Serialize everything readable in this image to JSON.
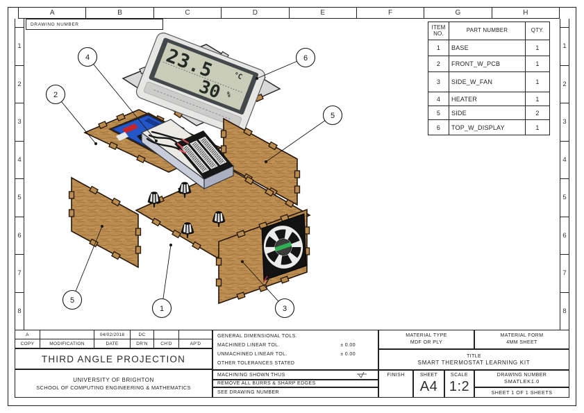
{
  "sheet": {
    "grid_letters": [
      "A",
      "B",
      "C",
      "D",
      "E",
      "F",
      "G",
      "H"
    ],
    "grid_numbers_left": [
      "1",
      "2",
      "3",
      "4",
      "5",
      "6",
      "7",
      "8"
    ],
    "grid_numbers_right": [
      "1",
      "2",
      "3",
      "4",
      "5",
      "6",
      "7",
      "8"
    ],
    "drawing_number_ref_label": "DRAWING NUMBER"
  },
  "parts_table": {
    "headers": {
      "item": "ITEM NO.",
      "part": "PART NUMBER",
      "qty": "QTY."
    },
    "rows": [
      {
        "item": "1",
        "part": "BASE",
        "qty": "1"
      },
      {
        "item": "2",
        "part": "FRONT_W_PCB",
        "qty": "1"
      },
      {
        "item": "3",
        "part": "SIDE_W_FAN",
        "qty": "1"
      },
      {
        "item": "4",
        "part": "HEATER",
        "qty": "1"
      },
      {
        "item": "5",
        "part": "SIDE",
        "qty": "2"
      },
      {
        "item": "6",
        "part": "TOP_W_DISPLAY",
        "qty": "1"
      }
    ]
  },
  "exploded_view": {
    "lcd": {
      "temperature": "23.5",
      "temperature_unit": "°C",
      "humidity": "30",
      "humidity_unit": "%"
    },
    "balloons": {
      "base": "1",
      "front_w_pcb": "2",
      "side_w_fan": "3",
      "heater": "4",
      "side_left": "5",
      "side_right": "5",
      "top_w_display": "6"
    }
  },
  "title_block": {
    "revision": {
      "values": [
        "A",
        "",
        "04/02/2018",
        "DC",
        "",
        ""
      ],
      "headers": [
        "COPY",
        "MODIFICATION",
        "DATE",
        "DR'N",
        "CH'D",
        "AP'D"
      ]
    },
    "projection": "THIRD ANGLE PROJECTION",
    "org_line1": "UNIVERSITY OF BRIGHTON",
    "org_line2": "SCHOOL OF COMPUTING ENGINEERING & MATHEMATICS",
    "tolerances": {
      "heading": "GENERAL DIMENSIONAL TOLS.",
      "machined_label": "MACHINED LINEAR TOL.",
      "machined_value": "± 0.00",
      "unmachined_label": "UNMACHINED LINEAR TOL.",
      "unmachined_value": "± 0.00",
      "other": "OTHER TOLERANCES STATED",
      "machining": "MACHINING SHOWN THUS",
      "burrs": "REMOVE ALL BURRS & SHARP EDGES",
      "see_drawing": "SEE DRAWING NUMBER"
    },
    "material_type_label": "MATERIAL TYPE",
    "material_type": "MDF OR PLY",
    "material_form_label": "MATERIAL FORM",
    "material_form": "4MM SHEET",
    "title_label": "TITLE",
    "title": "SMART THERMOSTAT LEARNING KIT",
    "finish_label": "FINISH",
    "sheet_label": "SHEET",
    "sheet_size": "A4",
    "scale_label": "SCALE",
    "scale_value": "1:2",
    "drawing_number_label": "DRAWING NUMBER",
    "drawing_number": "SMATLEK1.0",
    "sheet_of": "SHEET 1 OF 1 SHEETS"
  },
  "colors": {
    "wood": "#bb8c50",
    "outline": "#241708",
    "top_plate": "#d9d9d9",
    "lcd": "#c8ccb8",
    "pcb_blue": "#2356c8",
    "dip_red": "#c8252b",
    "fan_black": "#121212",
    "fan_label_green": "#2fae52",
    "heater_top": "#eceae4",
    "heater_side": "#c9cdda",
    "wire_red": "#d8505a"
  }
}
